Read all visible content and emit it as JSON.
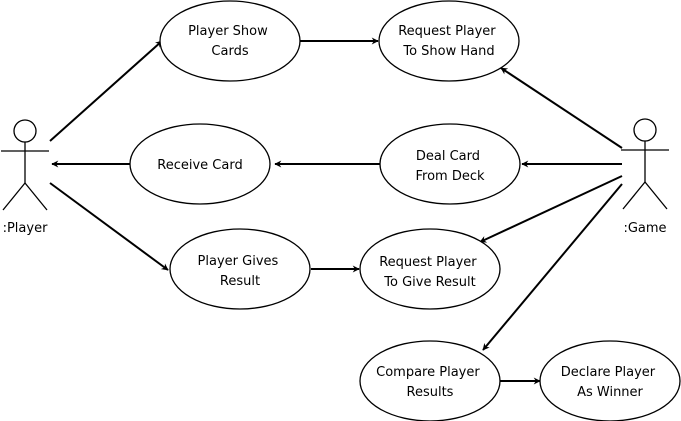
{
  "actors": {
    "player": {
      "label": ":Player"
    },
    "game": {
      "label": ":Game"
    }
  },
  "use_cases": {
    "player_show_cards": {
      "lines": [
        "Player Show",
        "Cards"
      ]
    },
    "request_show_hand": {
      "lines": [
        "Request Player",
        "To Show Hand"
      ]
    },
    "receive_card": {
      "lines": [
        "Receive Card"
      ]
    },
    "deal_card": {
      "lines": [
        "Deal Card",
        "From Deck"
      ]
    },
    "player_gives_result": {
      "lines": [
        "Player Gives",
        "Result"
      ]
    },
    "request_give_result": {
      "lines": [
        "Request Player",
        "To Give Result"
      ]
    },
    "compare_results": {
      "lines": [
        "Compare Player",
        "Results"
      ]
    },
    "declare_winner": {
      "lines": [
        "Declare Player",
        "As Winner"
      ]
    }
  },
  "relations": [
    {
      "from": "player",
      "to": "player_show_cards"
    },
    {
      "from": "player_show_cards",
      "to": "request_show_hand"
    },
    {
      "from": "game",
      "to": "request_show_hand"
    },
    {
      "from": "game",
      "to": "deal_card"
    },
    {
      "from": "receive_card",
      "to": "player"
    },
    {
      "from": "deal_card",
      "to": "receive_card"
    },
    {
      "from": "player",
      "to": "player_gives_result"
    },
    {
      "from": "player_gives_result",
      "to": "request_give_result"
    },
    {
      "from": "game",
      "to": "request_give_result"
    },
    {
      "from": "game",
      "to": "compare_results"
    },
    {
      "from": "compare_results",
      "to": "declare_winner"
    }
  ],
  "colors": {
    "stroke": "#000000",
    "fill": "#ffffff",
    "text": "#000000"
  }
}
